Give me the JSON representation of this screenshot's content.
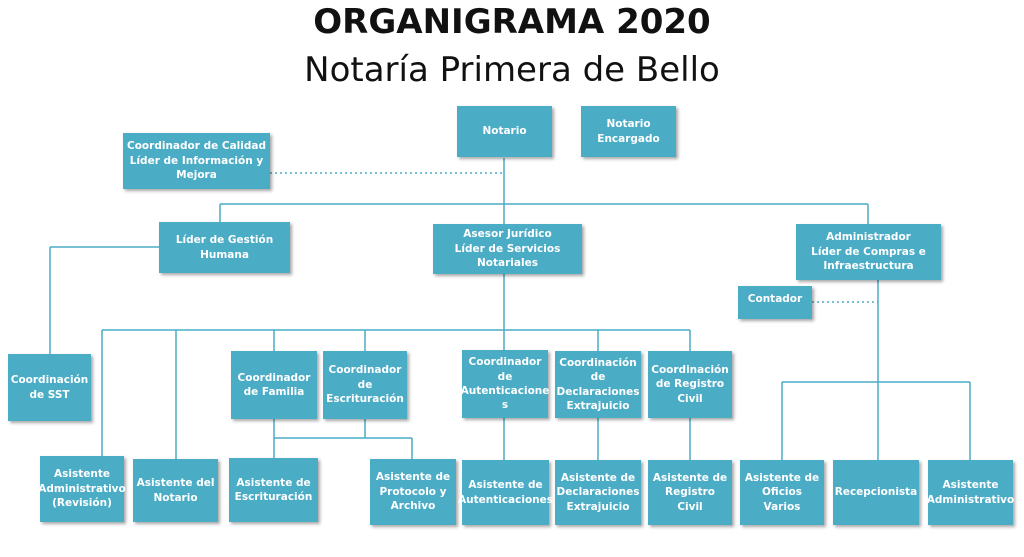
{
  "title": "ORGANIGRAMA 2020",
  "subtitle": "Notaría Primera de Bello",
  "colors": {
    "box": "#4bacc6",
    "line": "#4bacc6",
    "text": "#ffffff"
  },
  "nodes": {
    "notario": "Notario",
    "notario_encargado": "Notario\nEncargado",
    "coord_calidad": "Coordinador de Calidad\nLíder de Información y\nMejora",
    "lider_gestion_humana": "Líder de Gestión\nHumana",
    "asesor_juridico": "Asesor Jurídico\nLíder de Servicios\nNotariales",
    "administrador": "Administrador\nLíder de Compras e\nInfraestructura",
    "contador": "Contador",
    "coord_sst": "Coordinación\nde SST",
    "coord_familia": "Coordinador\nde Familia",
    "coord_escrituracion": "Coordinador\nde\nEscrituración",
    "coord_autenticaciones": "Coordinador\nde\nAutenticacione\ns",
    "coord_declaraciones": "Coordinación\nde\nDeclaraciones\nExtrajuicio",
    "coord_registro_civil": "Coordinación\nde Registro\nCivil",
    "asist_admin_revision": "Asistente\nAdministrativo\n(Revisión)",
    "asist_notario": "Asistente del\nNotario",
    "asist_escrituracion": "Asistente de\nEscrituración",
    "asist_protocolo": "Asistente de\nProtocolo y\nArchivo",
    "asist_autenticaciones": "Asistente de\nAutenticaciones",
    "asist_declaraciones": "Asistente de\nDeclaraciones\nExtrajuicio",
    "asist_registro_civil": "Asistente de\nRegistro Civil",
    "asist_oficios_varios": "Asistente de\nOficios Varios",
    "recepcionista": "Recepcionista",
    "asist_administrativo": "Asistente\nAdministrativo"
  }
}
